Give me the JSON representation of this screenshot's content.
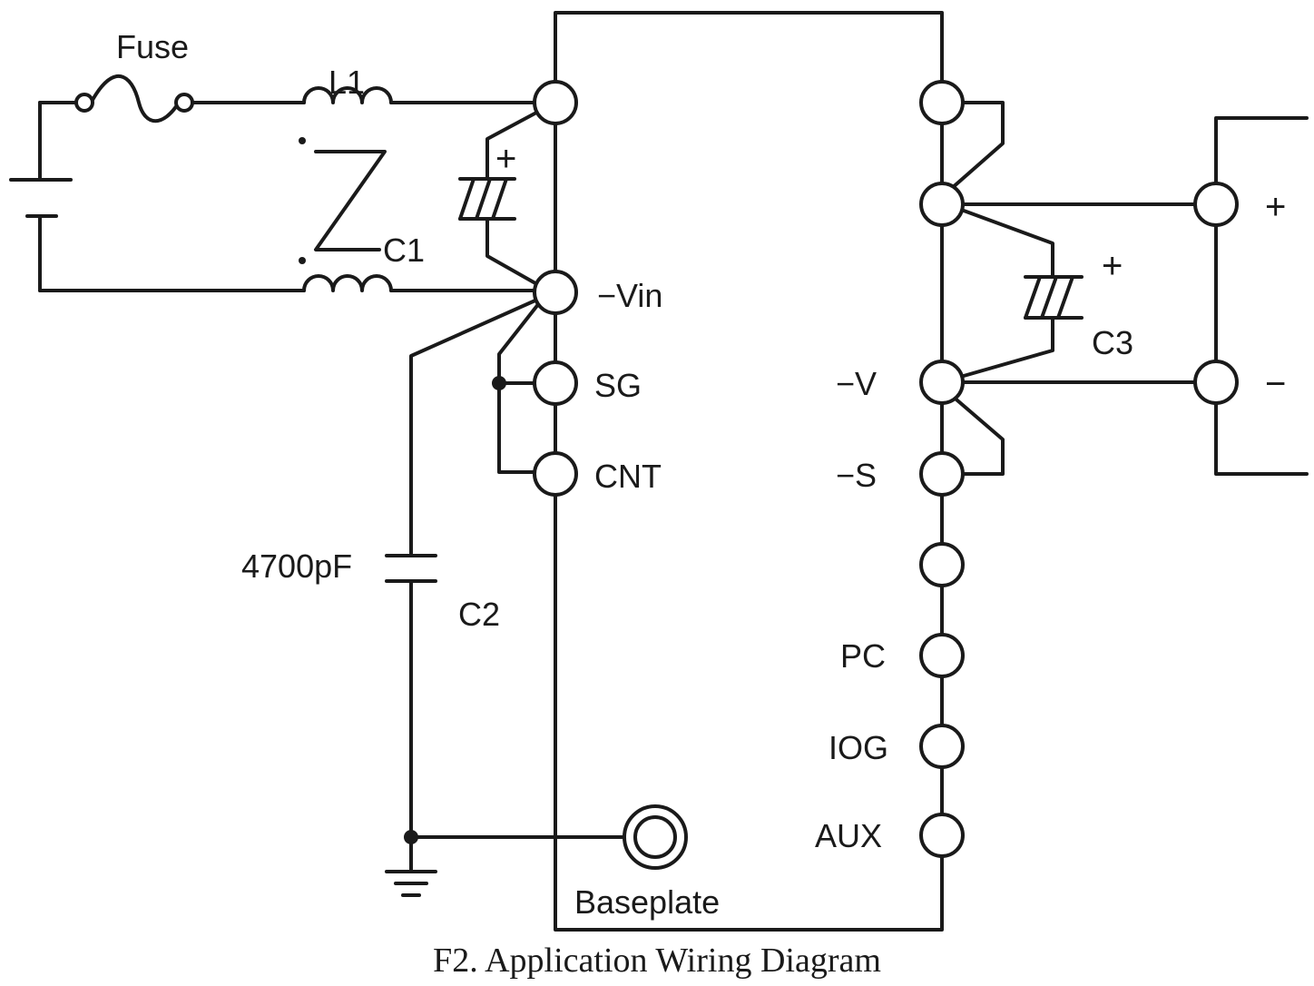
{
  "labels": {
    "fuse": "Fuse",
    "l1": "L1",
    "c1": "C1",
    "c2": "C2",
    "c3": "C3",
    "c2_value": "4700pF",
    "vin_neg": "−Vin",
    "sg": "SG",
    "cnt": "CNT",
    "v_neg": "−V",
    "s_neg": "−S",
    "pc": "PC",
    "iog": "IOG",
    "aux": "AUX",
    "baseplate": "Baseplate",
    "plus_c_in": "+",
    "plus_c3": "+",
    "load_plus": "+",
    "load_minus": "−"
  },
  "caption": "F2. Application Wiring Diagram",
  "colors": {
    "ink": "#1a1a1a",
    "background": "#ffffff"
  }
}
